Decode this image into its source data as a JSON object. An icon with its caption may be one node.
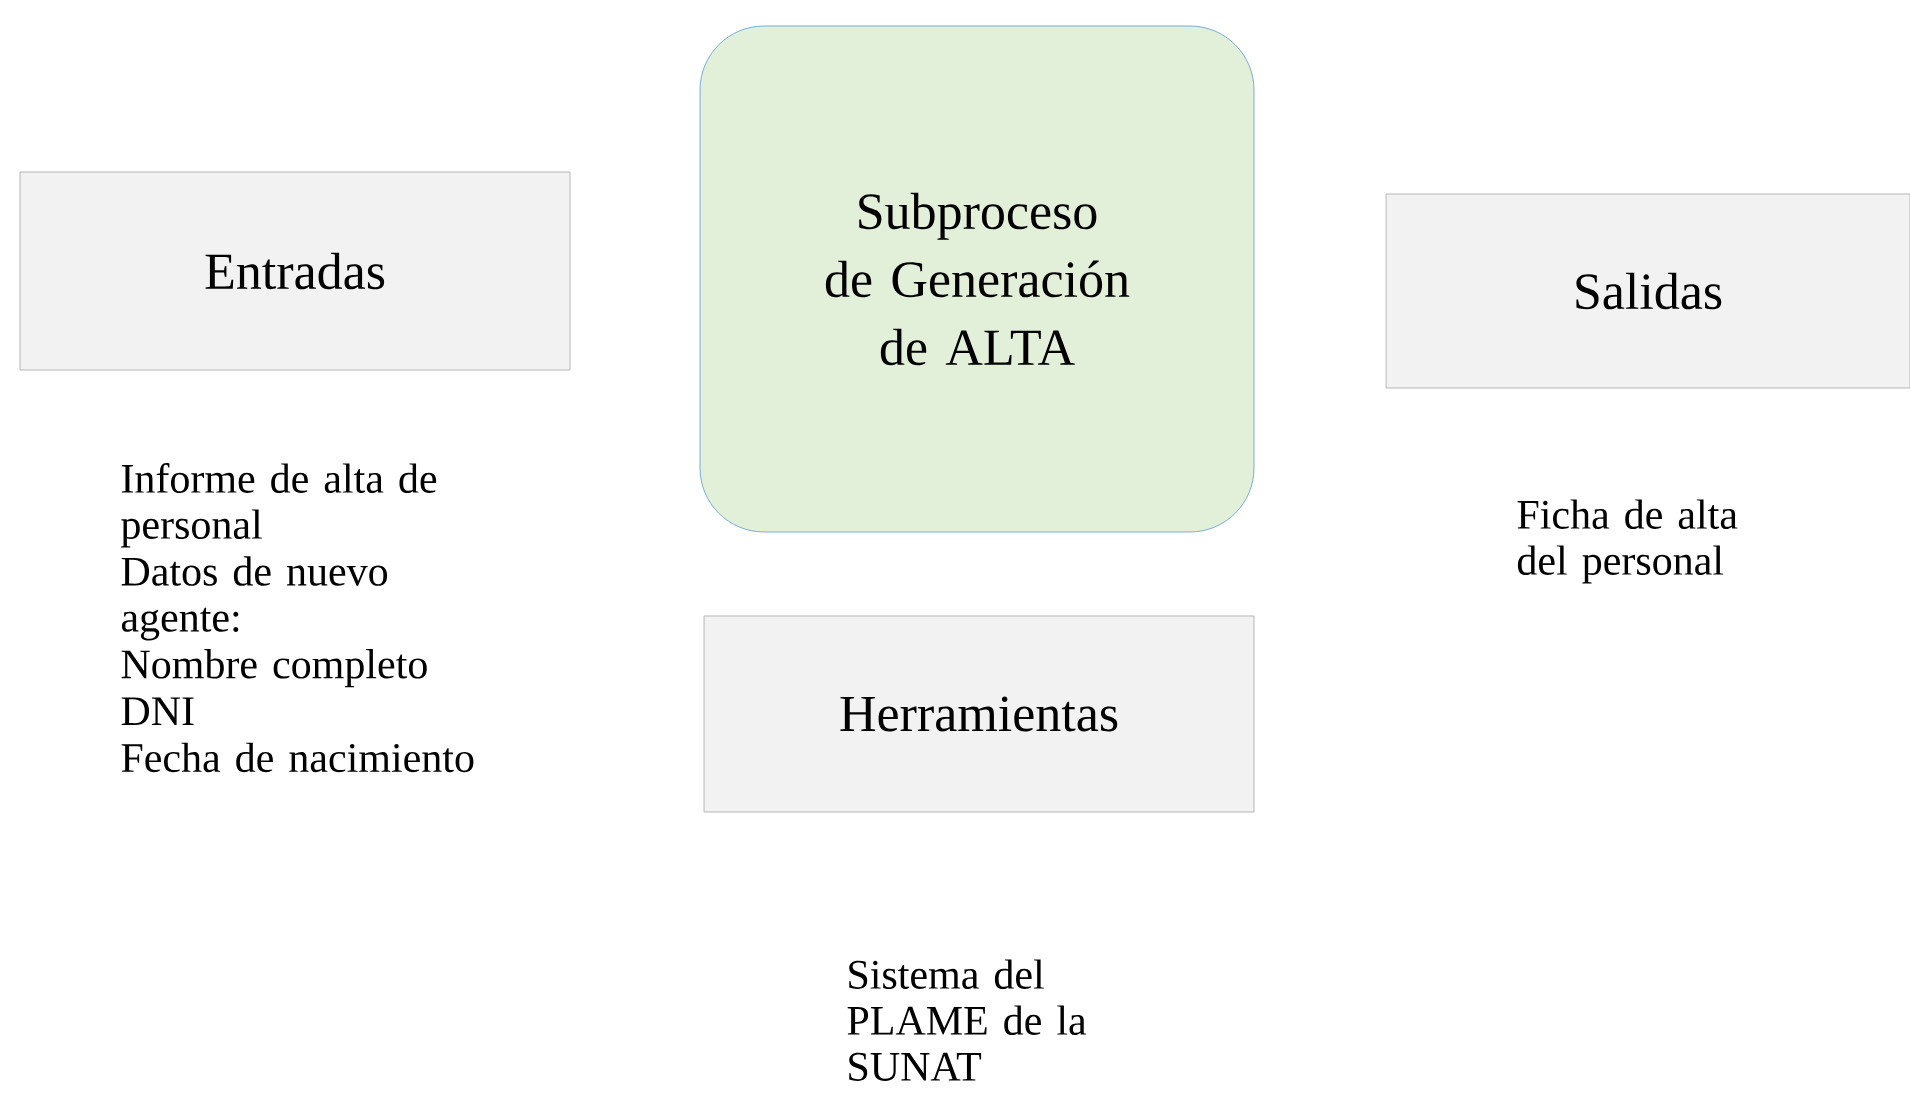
{
  "diagram": {
    "nodes": [
      {
        "text": [
          "Entradas"
        ],
        "beside": [
          "Informe de alta de personal",
          "Datos de nuevo agente:",
          "Nombre completo",
          "DNI",
          "Fecha de nacimiento"
        ]
      },
      {
        "text": [
          "Subproceso de Generación de ALTA"
        ]
      },
      {
        "text": [
          "Salidas"
        ],
        "beside": [
          "Ficha de alta del personal"
        ]
      },
      {
        "text": [
          "Herramientas"
        ],
        "beside": [
          "Sistema del PLAME de la SUNAT"
        ]
      }
    ]
  }
}
